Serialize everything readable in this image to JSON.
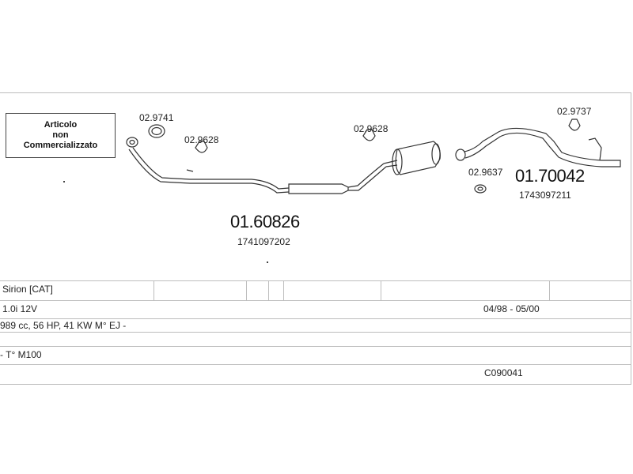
{
  "notice": {
    "line1": "Articolo",
    "line2": "non",
    "line3": "Commercializzato"
  },
  "parts": {
    "p1": "02.9741",
    "p2": "02.9628",
    "p3": "02.9628",
    "p4": "02.9737",
    "p5": "02.9637"
  },
  "front": {
    "number": "01.60826",
    "oem": "1741097202"
  },
  "rear": {
    "number": "01.70042",
    "oem": "1743097211"
  },
  "table": {
    "model": "Sirion  [CAT]",
    "engine": "1.0i  12V",
    "years": "04/98 - 05/00",
    "specs": "989 cc, 56 HP, 41 KW M° EJ -",
    "type": "- T° M100",
    "code": "C090041"
  }
}
